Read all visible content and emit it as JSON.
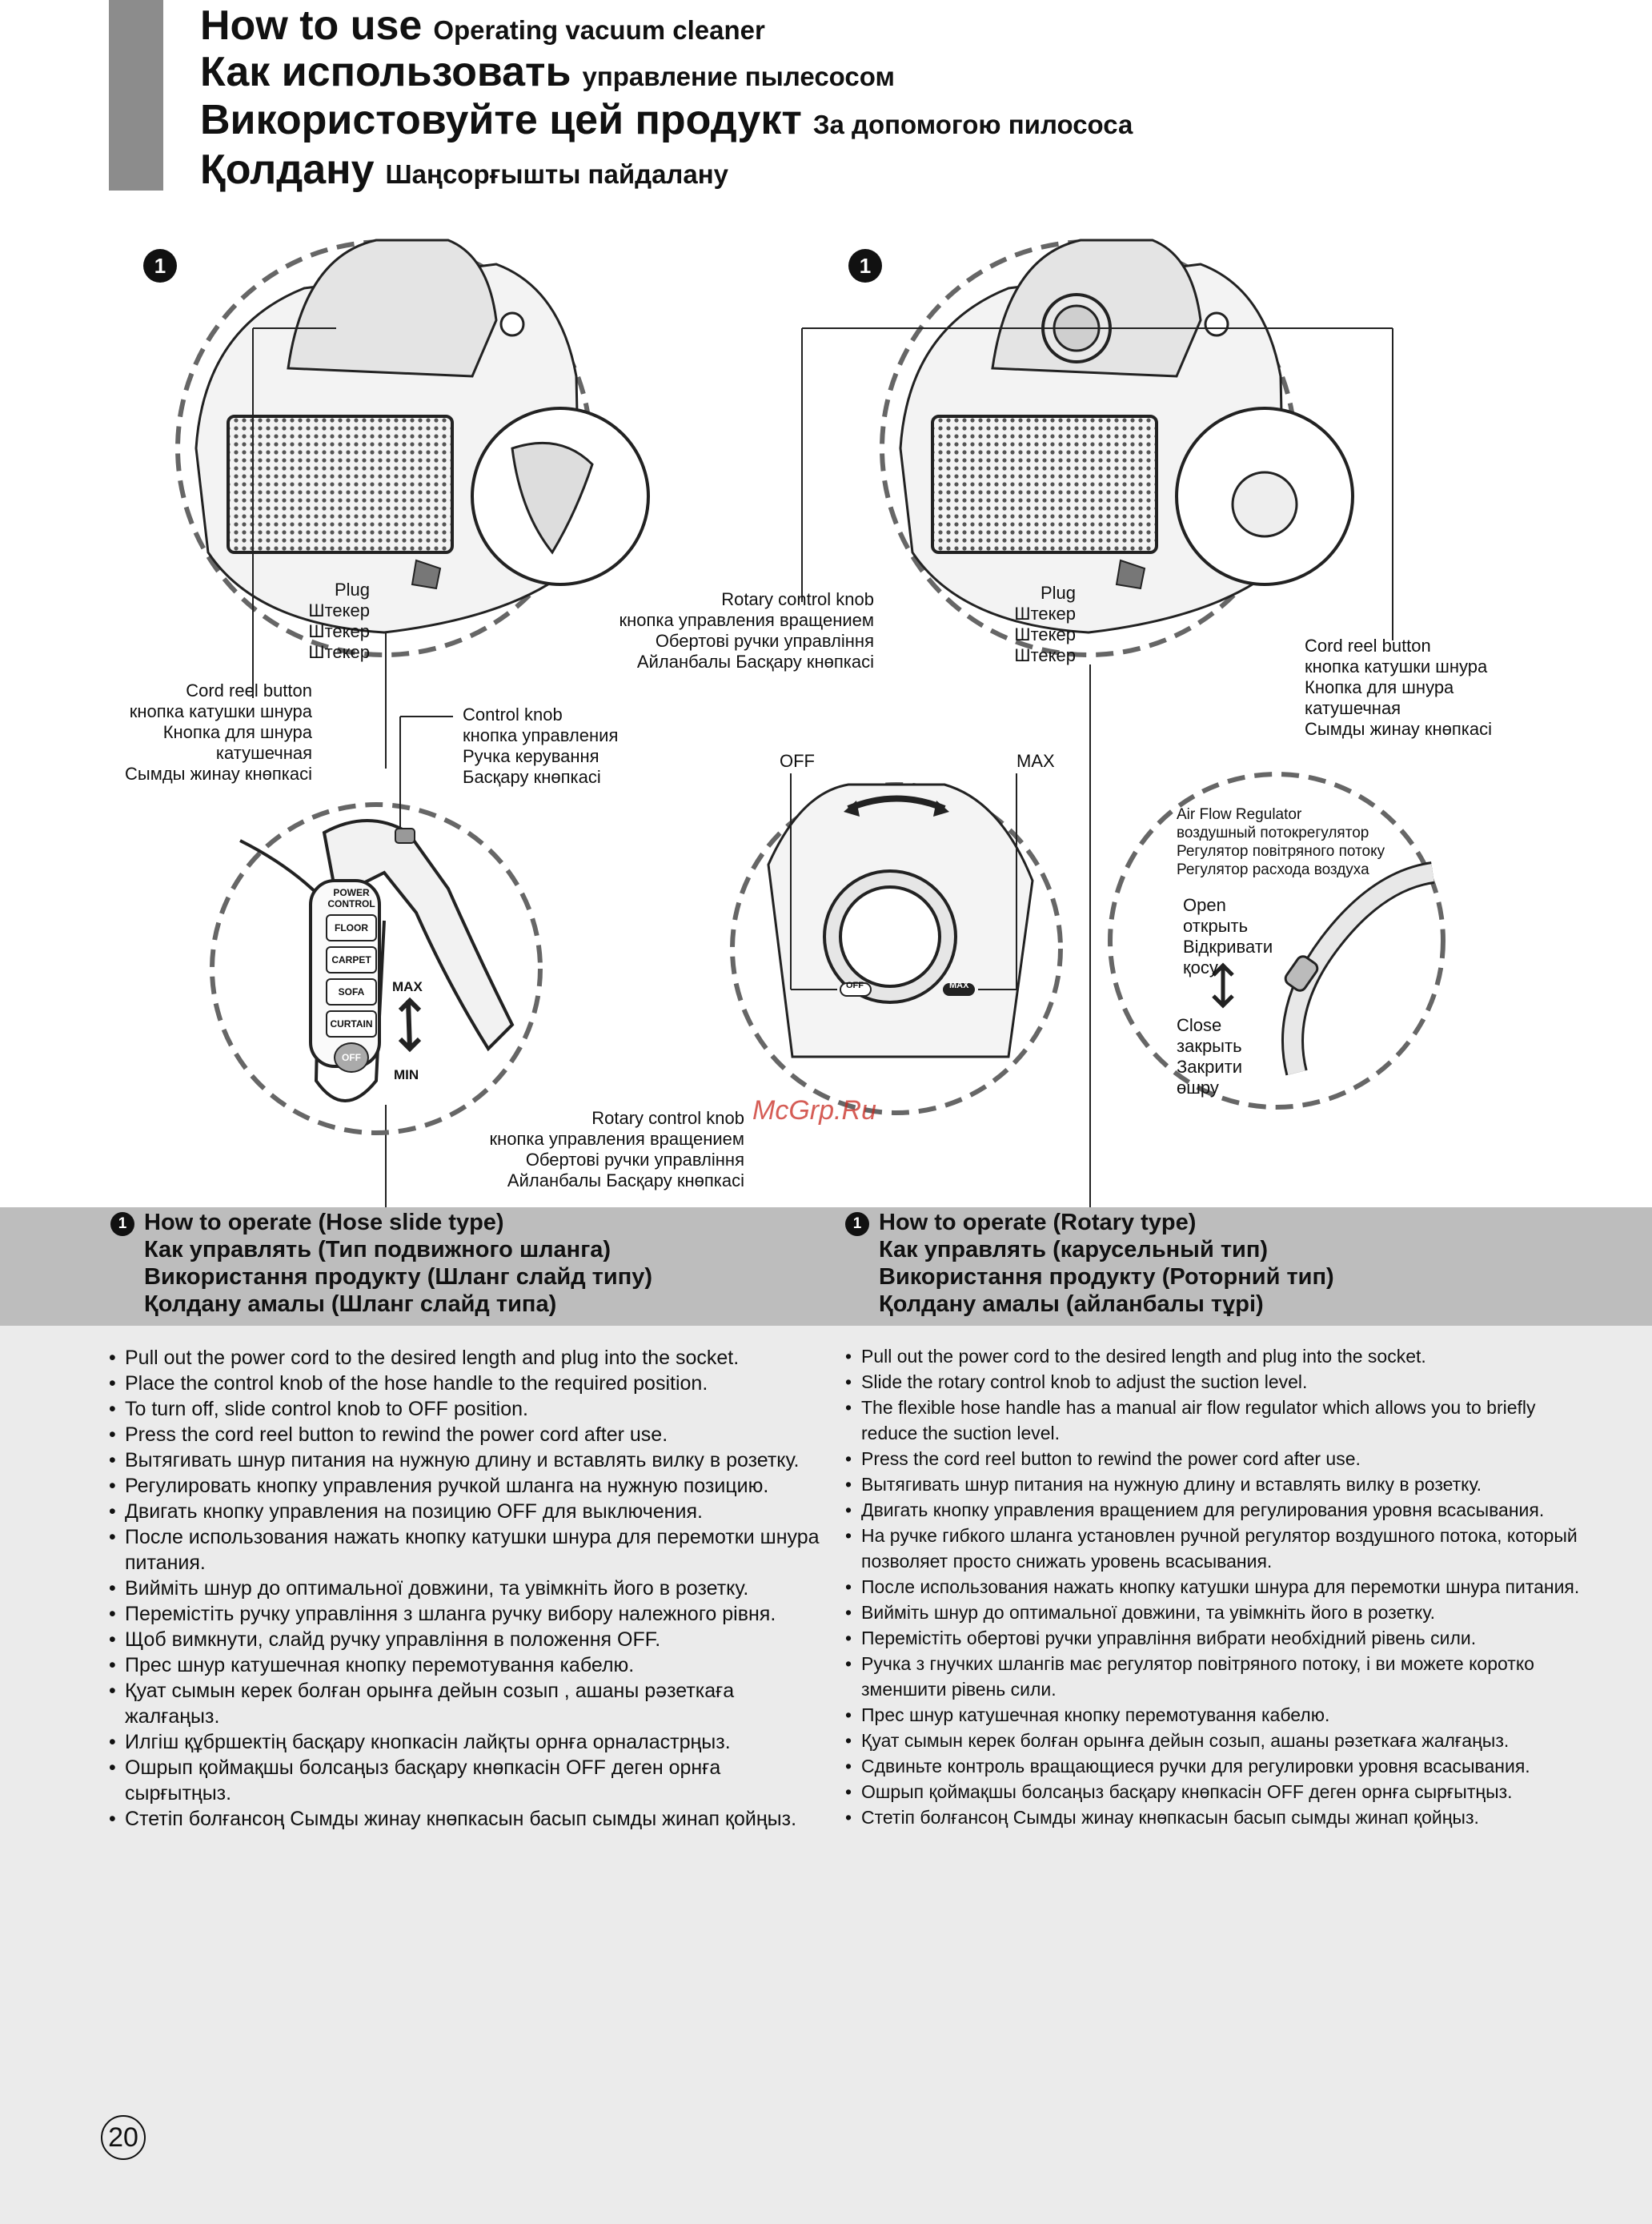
{
  "header": {
    "lines": [
      {
        "big": "How to use",
        "small": "Operating vacuum cleaner"
      },
      {
        "big": "Как использовать",
        "small": "управление пылесосом"
      },
      {
        "big": "Використовуйте цей продукт",
        "small": "За допомогою пилососа"
      },
      {
        "big": "Қолдану",
        "small": "Шаңсорғышты пайдалану"
      }
    ]
  },
  "badges": {
    "left": "1",
    "right": "1"
  },
  "labels": {
    "plug_left": "Plug\nШтекер\nШтекер\nШтекер",
    "cord_reel_left": "Cord reel button\nкнопка катушки шнура\nКнопка для шнура\nкатушечная\nСымды жинау кнөпкасі",
    "control_knob": "Control knob\nкнопка управления\nРучка керування\nБасқару кнөпкасі",
    "rotary_top": "Rotary control knob\nкнопка управления вращением\nОбертові ручки управління\nАйланбалы Басқару кнөпкасі",
    "plug_right": "Plug\nШтекер\nШтекер\nШтекер",
    "cord_reel_right": "Cord reel button\nкнопка катушки шнура\nКнопка для шнура\nкатушечная\nСымды жинау кнөпкасі",
    "off": "OFF",
    "max_top": "MAX",
    "air_flow": "Air Flow Regulator\nвоздушный потокрегулятор\nРегулятор повітряного потоку\nРегулятор расхода воздуха",
    "open": "Open\nоткрыть\nВідкривати\nқосу",
    "close": "Close\nзакрыть\nЗакрити\nөшру",
    "rotary_bottom": "Rotary control knob\nкнопка управления вращением\nОбертові ручки управління\nАйланбалы Басқару кнөпкасі",
    "max_slide": "MAX",
    "min_slide": "MIN",
    "dial_off": "OFF",
    "dial_max": "MAX"
  },
  "hose_buttons": {
    "title": "POWER\nCONTROL",
    "items": [
      "FLOOR",
      "CARPET",
      "SOFA",
      "CURTAIN",
      "OFF"
    ]
  },
  "watermark": "McGrp.Ru",
  "left_section": {
    "heading_num": "1",
    "heading": [
      "How to operate (Hose slide type)",
      "Как управлять (Тип подвижного шланга)",
      "Використання продукту (Шланг слайд типу)",
      "Қолдану амалы (Шланг слайд типа)"
    ],
    "groups": [
      [
        "Pull out the power cord to the desired length and plug into the socket.",
        "Place the control knob of the hose handle to the required position.",
        "To turn off, slide control knob to OFF position.",
        "Press the cord reel button to rewind the power cord after use."
      ],
      [
        "Вытягивать шнур питания на нужную длину и вставлять вилку в розетку.",
        "Регулировать кнопку управления ручкой шланга на нужную позицию.",
        "Двигать кнопку управления на позицию OFF для выключения.",
        "После использования нажать кнопку катушки шнура для перемотки шнура питания."
      ],
      [
        "Вийміть шнур до оптимальної довжини, та увімкніть його в розетку.",
        "Перемістіть ручку управління з шланга ручку вибору належного рівня.",
        "Щоб вимкнути, слайд ручку управління в положення OFF.",
        "Прес шнур катушечная кнопку перемотування кабелю."
      ],
      [
        "Қуат сымын керек болған орынға дейын созып , ашаны рәзеткаға жалғаңыз.",
        "Илгіш құбршектің басқару кнопкасін лайқты орнға орналастрңыз.",
        "Ошрып қоймақшы болсаңыз басқару кнөпкасін OFF деген орнға сырғытңыз.",
        "Стетіп болғансоң Сымды жинау кнөпкасын басып сымды жинап қойңыз."
      ]
    ]
  },
  "right_section": {
    "heading_num": "1",
    "heading": [
      "How to operate (Rotary type)",
      "Как управлять (карусельный тип)",
      "Використання продукту (Роторний тип)",
      "Қолдану амалы (айланбалы тұрі)"
    ],
    "groups": [
      [
        "Pull out the power cord to the desired length and plug into the socket.",
        "Slide the rotary control knob to adjust the suction level.",
        "The flexible hose handle has a manual air flow regulator which allows you to briefly reduce the suction level.",
        "Press the cord reel button to rewind the power cord after use."
      ],
      [
        "Вытягивать шнур питания на нужную длину и вставлять вилку в розетку.",
        "Двигать кнопку управления вращением для регулирования уровня всасывания.",
        "На ручке гибкого шланга установлен ручной регулятор воздушного потока, который позволяет просто снижать уровень всасывания.",
        "После использования нажать кнопку катушки шнура для перемотки шнура питания."
      ],
      [
        "Вийміть шнур до оптимальної довжини, та увімкніть його в розетку.",
        "Перемістіть обертові ручки управління вибрати необхідний рівень сили.",
        "Ручка з гнучких шлангів має регулятор повітряного потоку, і ви можете коротко зменшити рівень сили.",
        "Прес шнур катушечная кнопку перемотування кабелю."
      ],
      [
        "Қуат сымын керек болған орынға дейын созып, ашаны рәзеткаға жалғаңыз.",
        "Сдвиньте контроль вращающиеся ручки для регулировки уровня всасывания.",
        "Ошрып қоймақшы болсаңыз басқару кнөпкасін OFF деген орнға сырғытңыз.",
        "Стетіп болғансоң Сымды жинау кнөпкасын басып сымды жинап қойңыз."
      ]
    ]
  },
  "page_number": "20"
}
